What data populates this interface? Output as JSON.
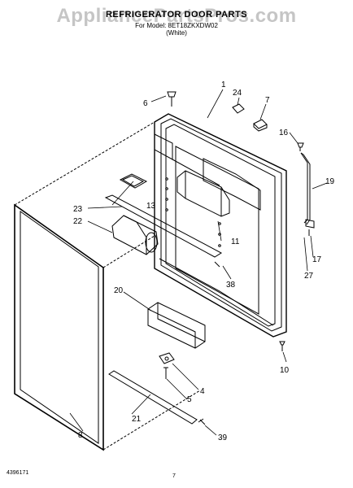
{
  "header": {
    "title": "REFRIGERATOR DOOR PARTS",
    "subtitle": "For Model: 8ET18ZKXDW02",
    "color_note": "(White)"
  },
  "watermark": "AppliancePartsPros.com",
  "callouts": {
    "c1": "1",
    "c4": "4",
    "c5": "5",
    "c6": "6",
    "c7": "7",
    "c8": "8",
    "c10": "10",
    "c11": "11",
    "c13": "13",
    "c16": "16",
    "c17": "17",
    "c19": "19",
    "c20": "20",
    "c21": "21",
    "c22": "22",
    "c23": "23",
    "c24": "24",
    "c27": "27",
    "c38": "38",
    "c39": "39"
  },
  "footer": {
    "doc_number": "4396171",
    "page_number": "7"
  }
}
